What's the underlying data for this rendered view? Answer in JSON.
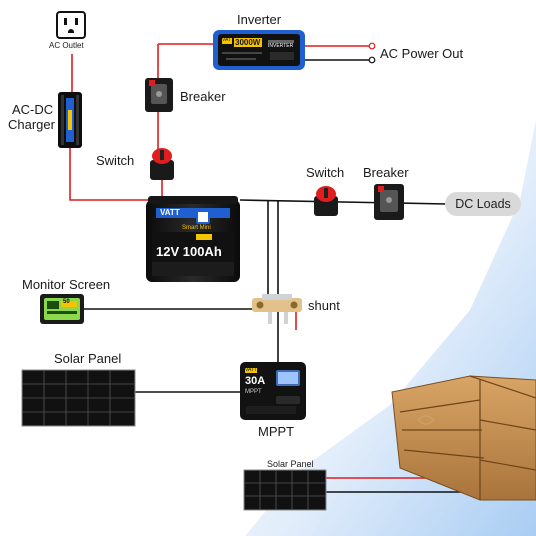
{
  "labels": {
    "ac_outlet": "AC Outlet",
    "inverter": "Inverter",
    "ac_power_out": "AC Power Out",
    "ac_dc_charger_line1": "AC-DC",
    "ac_dc_charger_line2": "Charger",
    "breaker_top": "Breaker",
    "switch_left": "Switch",
    "switch_right": "Switch",
    "breaker_right": "Breaker",
    "dc_loads": "DC Loads",
    "monitor_screen": "Monitor Screen",
    "shunt": "shunt",
    "solar_panel_left": "Solar Panel",
    "mppt": "MPPT",
    "solar_panel_small": "Solar Panel"
  },
  "devices": {
    "inverter_brand": "VATT",
    "inverter_rating": "3000W",
    "inverter_type": "INVERTER",
    "battery_brand": "VATT",
    "battery_series": "Smart Mini",
    "battery_spec": "12V 100Ah",
    "mppt_brand": "VATT",
    "mppt_rating": "30A",
    "mppt_type": "MPPT",
    "monitor_reading": "50"
  },
  "colors": {
    "positive_wire": "#e11d1d",
    "negative_wire": "#111111",
    "sky_gradient_start": "#ffffff",
    "sky_gradient_end": "#a9cdf3",
    "inverter_body": "#1f5fd0"
  }
}
